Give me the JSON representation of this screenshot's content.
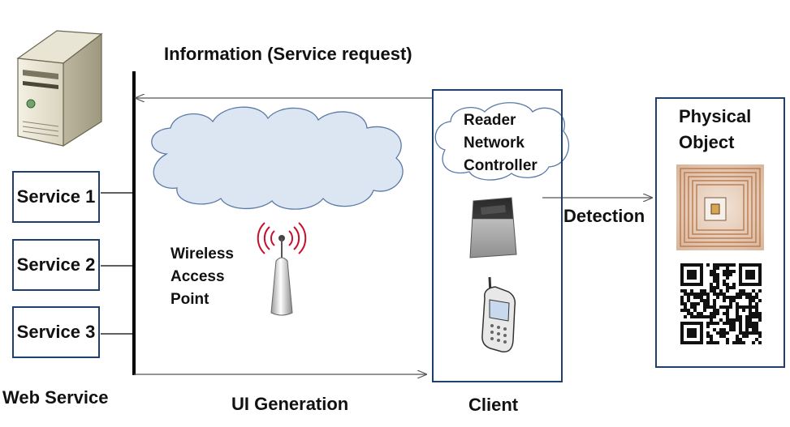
{
  "labels": {
    "top_arrow": "Information (Service request)",
    "bottom_arrow": "UI Generation",
    "web_service": "Web Service",
    "client": "Client",
    "detection": "Detection",
    "physical_object_line1": "Physical",
    "physical_object_line2": "Object",
    "wap_line1": "Wireless",
    "wap_line2": "Access",
    "wap_line3": "Point",
    "reader_line1": "Reader",
    "reader_line2": "Network",
    "reader_line3": "Controller"
  },
  "services": [
    "Service 1",
    "Service 2",
    "Service 3"
  ],
  "icons": {
    "server": "server-icon",
    "cloud": "cloud-icon",
    "antenna": "wireless-antenna-icon",
    "reader": "rfid-reader-icon",
    "phone": "mobile-phone-icon",
    "rfid_tag": "rfid-tag-icon",
    "qr_code": "qr-code-icon"
  },
  "colors": {
    "box_border": "#1f3f6e",
    "cloud_fill": "#dce6f2",
    "cloud_stroke": "#5a7aa6",
    "line": "#000000"
  }
}
